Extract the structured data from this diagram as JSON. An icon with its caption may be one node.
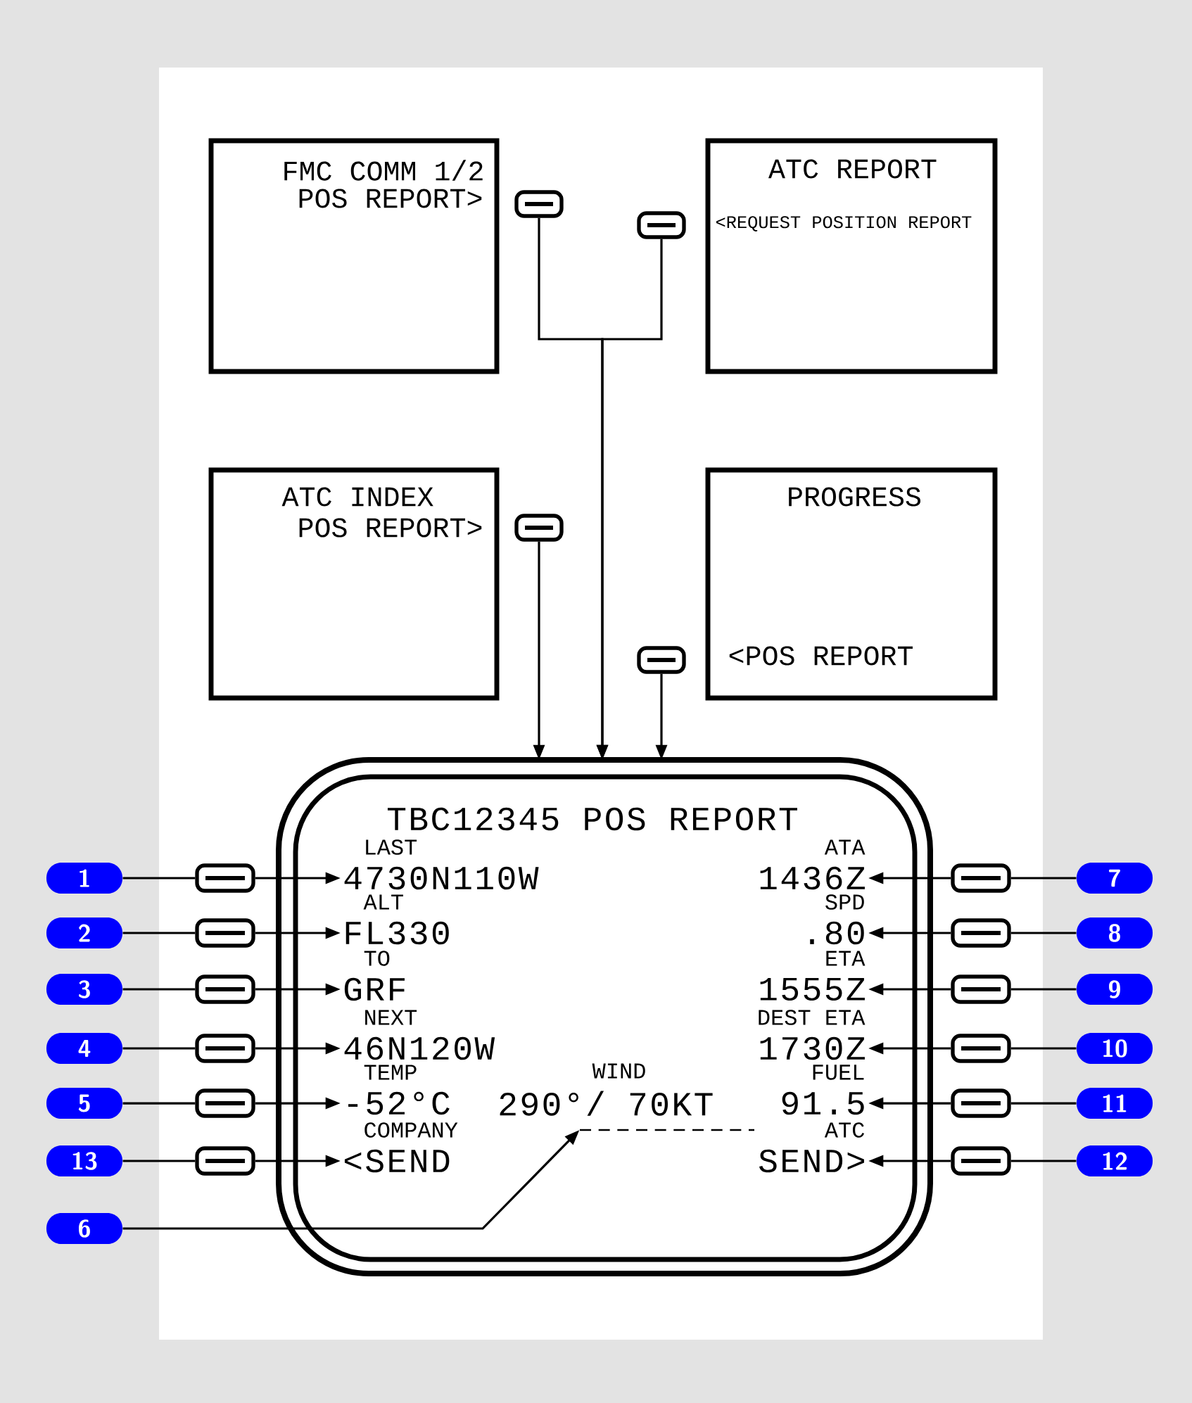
{
  "diagram": {
    "nodes": [
      {
        "text": [
          "FMC COMM 1/2",
          "POS REPORT>"
        ]
      },
      {
        "text": [],
        "shape": "box"
      },
      {
        "text": [],
        "shape": "box"
      },
      {
        "text": [
          "ATC REPORT",
          "<REQUEST POSITION REPORT"
        ]
      },
      {
        "text": [
          "ATC INDEX",
          "POS REPORT>"
        ]
      },
      {
        "text": [],
        "shape": "box"
      },
      {
        "text": [],
        "shape": "box"
      },
      {
        "text": [
          "PROGRESS",
          "<POS REPORT"
        ]
      },
      {
        "text": [
          "TBC12345 POS REPORT"
        ]
      },
      {
        "text": [
          "LAST",
          "4730N110W"
        ],
        "in": 8
      },
      {
        "text": [
          "ATA",
          "1436Z"
        ],
        "in": 8
      },
      {
        "text": [
          "ALT",
          "FL330"
        ],
        "in": 8
      },
      {
        "text": [
          "SPD",
          ".80"
        ],
        "in": 8
      },
      {
        "text": [
          "TO",
          "GRF"
        ],
        "in": 8
      },
      {
        "text": [
          "ETA",
          "1555Z"
        ],
        "in": 8
      },
      {
        "text": [
          "NEXT",
          "46N120W"
        ],
        "in": 8
      },
      {
        "text": [
          "DEST ETA",
          "1730Z"
        ],
        "in": 8
      },
      {
        "text": [
          "TEMP",
          "-52°C"
        ],
        "in": 8
      },
      {
        "text": [
          "WIND",
          "290°/ 70KT"
        ],
        "in": 8
      },
      {
        "text": [
          "FUEL",
          "91.5"
        ],
        "in": 8
      },
      {
        "text": [
          "COMPANY",
          "<SEND"
        ],
        "in": 8
      },
      {
        "text": [],
        "shape": "line",
        "in": 8
      },
      {
        "text": [
          "ATC",
          "SEND>"
        ],
        "in": 8
      },
      {
        "text": [
          "1"
        ]
      },
      {
        "text": [],
        "shape": "box"
      },
      {
        "text": [],
        "shape": "box"
      },
      {
        "text": [
          "7"
        ]
      },
      {
        "text": [
          "2"
        ]
      },
      {
        "text": [],
        "shape": "box"
      },
      {
        "text": [],
        "shape": "box"
      },
      {
        "text": [
          "8"
        ]
      },
      {
        "text": [
          "3"
        ]
      },
      {
        "text": [],
        "shape": "box"
      },
      {
        "text": [],
        "shape": "box"
      },
      {
        "text": [
          "9"
        ]
      },
      {
        "text": [
          "4"
        ]
      },
      {
        "text": [],
        "shape": "box"
      },
      {
        "text": [],
        "shape": "box"
      },
      {
        "text": [
          "10"
        ]
      },
      {
        "text": [
          "5"
        ]
      },
      {
        "text": [],
        "shape": "box"
      },
      {
        "text": [],
        "shape": "box"
      },
      {
        "text": [
          "11"
        ]
      },
      {
        "text": [
          "13"
        ]
      },
      {
        "text": [],
        "shape": "box"
      },
      {
        "text": [],
        "shape": "box"
      },
      {
        "text": [
          "12"
        ]
      },
      {
        "text": [
          "6"
        ]
      }
    ],
    "edges": [
      {
        "from": 1,
        "to": 8,
        "arrow": "to"
      },
      {
        "from": 2,
        "to": 8,
        "arrow": "to"
      },
      {
        "from": 5,
        "to": 8,
        "arrow": "to"
      },
      {
        "from": 6,
        "to": 8,
        "arrow": "to"
      },
      {
        "from": 23,
        "to": 24,
        "arrow": "none"
      },
      {
        "from": 24,
        "to": 9,
        "arrow": "to"
      },
      {
        "from": 26,
        "to": 25,
        "arrow": "none"
      },
      {
        "from": 25,
        "to": 10,
        "arrow": "to"
      },
      {
        "from": 27,
        "to": 28,
        "arrow": "none"
      },
      {
        "from": 28,
        "to": 11,
        "arrow": "to"
      },
      {
        "from": 30,
        "to": 29,
        "arrow": "none"
      },
      {
        "from": 29,
        "to": 12,
        "arrow": "to"
      },
      {
        "from": 31,
        "to": 32,
        "arrow": "none"
      },
      {
        "from": 32,
        "to": 13,
        "arrow": "to"
      },
      {
        "from": 34,
        "to": 33,
        "arrow": "none"
      },
      {
        "from": 33,
        "to": 14,
        "arrow": "to"
      },
      {
        "from": 35,
        "to": 36,
        "arrow": "none"
      },
      {
        "from": 36,
        "to": 15,
        "arrow": "to"
      },
      {
        "from": 38,
        "to": 37,
        "arrow": "none"
      },
      {
        "from": 37,
        "to": 16,
        "arrow": "to"
      },
      {
        "from": 39,
        "to": 40,
        "arrow": "none"
      },
      {
        "from": 40,
        "to": 17,
        "arrow": "to"
      },
      {
        "from": 42,
        "to": 41,
        "arrow": "none"
      },
      {
        "from": 41,
        "to": 19,
        "arrow": "to"
      },
      {
        "from": 43,
        "to": 44,
        "arrow": "none"
      },
      {
        "from": 44,
        "to": 20,
        "arrow": "to"
      },
      {
        "from": 46,
        "to": 45,
        "arrow": "none"
      },
      {
        "from": 45,
        "to": 22,
        "arrow": "to"
      },
      {
        "from": 47,
        "to": 21,
        "arrow": "to"
      }
    ]
  }
}
